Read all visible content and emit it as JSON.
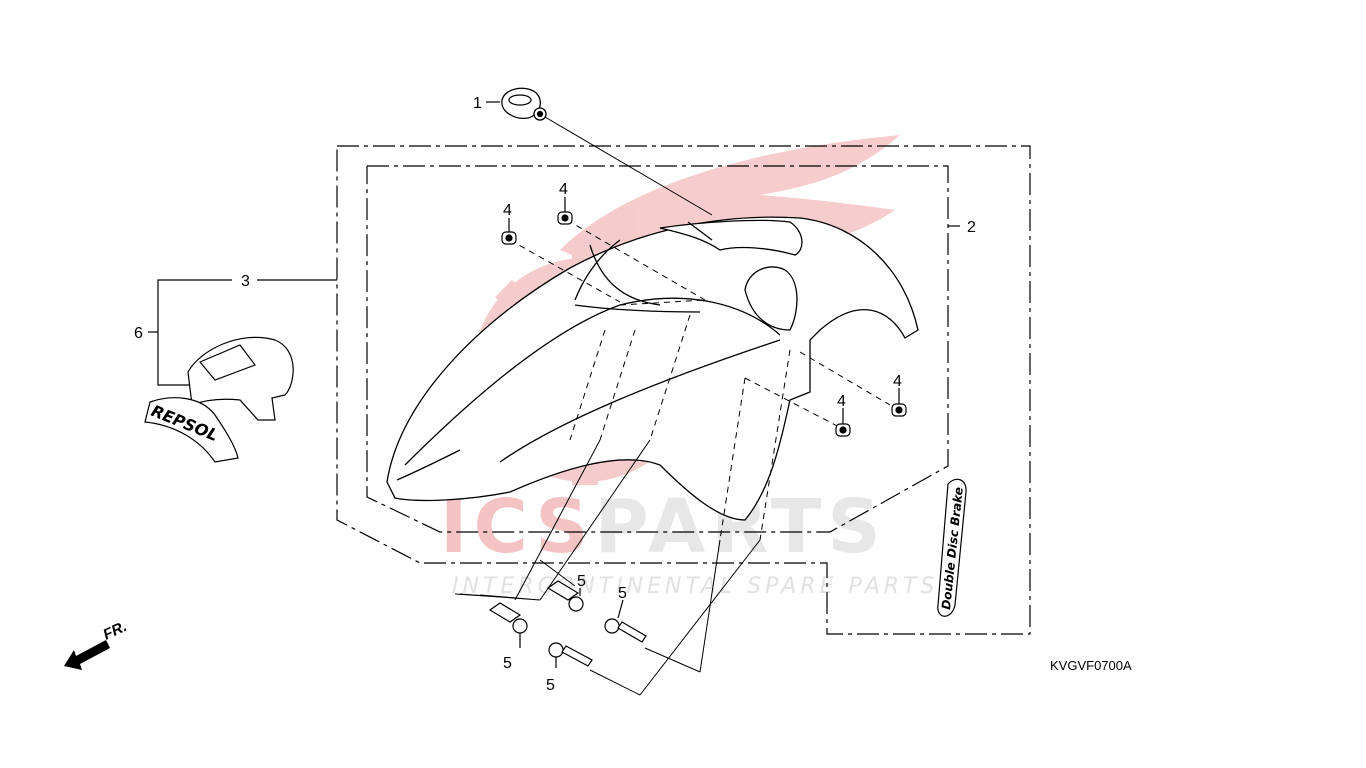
{
  "diagram_code": "KVGVF0700A",
  "direction_label": "FR.",
  "watermark": {
    "brand": "ICSPARTS",
    "brand_accent_part": "ICS",
    "brand_rest_part": "PARTS",
    "tagline": "INTERCONTINENTAL SPARE PARTS",
    "accent_color": "#e0484b",
    "gray_color": "#d9d9d9"
  },
  "decals": {
    "repsol_text": "REPSOL",
    "side_text": "Double Disc Brake"
  },
  "callouts": [
    {
      "id": "c1",
      "label": "1"
    },
    {
      "id": "c2",
      "label": "2"
    },
    {
      "id": "c3",
      "label": "3"
    },
    {
      "id": "c6",
      "label": "6"
    },
    {
      "id": "c4a",
      "label": "4"
    },
    {
      "id": "c4b",
      "label": "4"
    },
    {
      "id": "c4c",
      "label": "4"
    },
    {
      "id": "c4d",
      "label": "4"
    },
    {
      "id": "c5a",
      "label": "5"
    },
    {
      "id": "c5b",
      "label": "5"
    },
    {
      "id": "c5c",
      "label": "5"
    },
    {
      "id": "c5d",
      "label": "5"
    }
  ]
}
